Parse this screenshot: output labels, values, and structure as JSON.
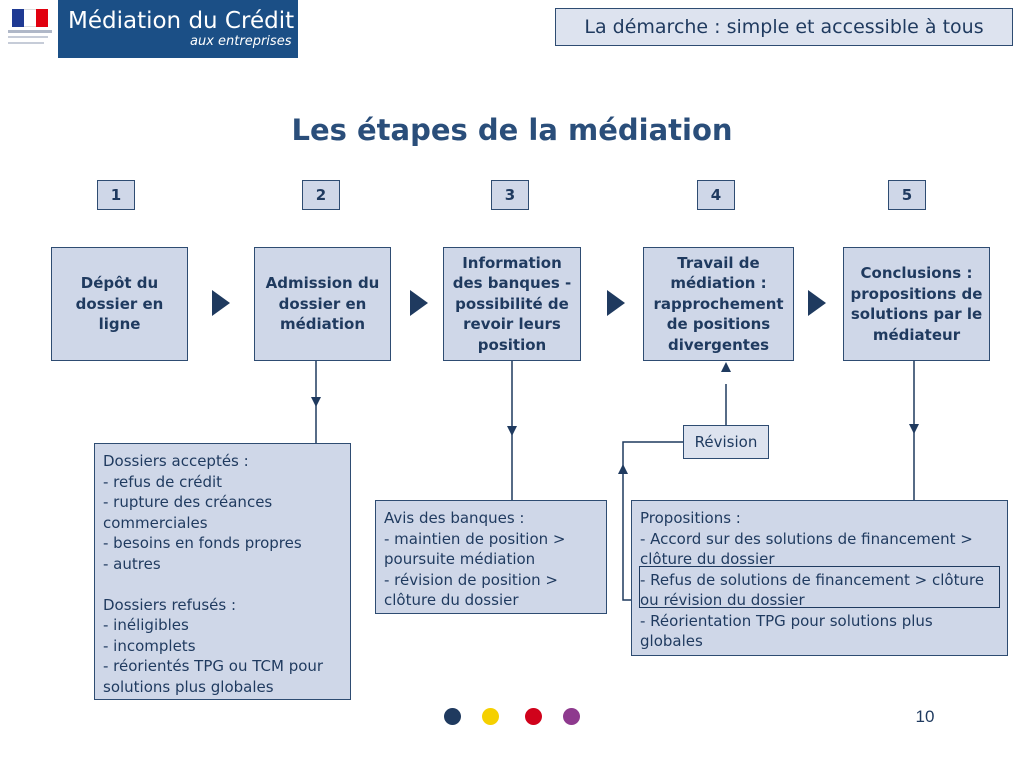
{
  "header": {
    "logo_title": "Médiation du Crédit",
    "logo_subtitle": "aux entreprises",
    "section_title": "La démarche : simple et accessible à tous"
  },
  "page_title": "Les étapes de la médiation",
  "steps": [
    {
      "number": "1",
      "label": "Dépôt du dossier en ligne"
    },
    {
      "number": "2",
      "label": "Admission du dossier en médiation"
    },
    {
      "number": "3",
      "label": "Information des banques - possibilité de revoir leurs position"
    },
    {
      "number": "4",
      "label": "Travail de médiation : rapprochement de positions divergentes"
    },
    {
      "number": "5",
      "label": "Conclusions : propositions de solutions par le médiateur"
    }
  ],
  "notes": {
    "dossiers": "Dossiers acceptés :\n- refus de crédit\n- rupture des créances commerciales\n- besoins en fonds propres\n- autres\n\nDossiers refusés :\n- inéligibles\n- incomplets\n- réorientés TPG ou TCM pour solutions plus globales",
    "avis": "Avis des banques :\n- maintien de position > poursuite médiation\n- révision de position > clôture du dossier",
    "propositions": "Propositions :\n- Accord sur des solutions de financement > clôture du dossier\n- Refus de solutions de financement > clôture ou révision du dossier\n- Réorientation TPG pour solutions plus globales"
  },
  "revision_label": "Révision",
  "footer": {
    "page_number": "10",
    "dot_colors": [
      "#1f3a5f",
      "#f5d000",
      "#d0021b",
      "#8e3a8e"
    ]
  },
  "colors": {
    "box_fill": "#cfd7e8",
    "border": "#2e4c72",
    "title": "#2a4e7a",
    "logo_bg": "#1b4f86"
  }
}
